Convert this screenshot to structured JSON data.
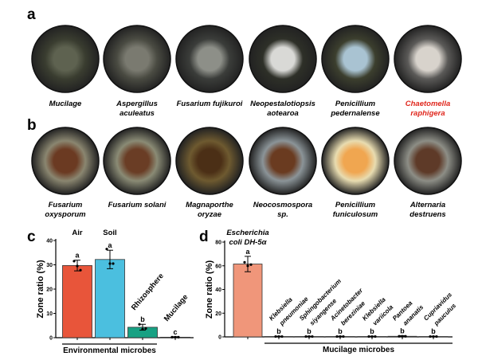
{
  "panels": {
    "a": "a",
    "b": "b",
    "c": "c",
    "d": "d"
  },
  "row_a": [
    {
      "line1": "Mucilage",
      "line2": "",
      "italic": false,
      "color": "#000000",
      "dish": "#3a3d30",
      "center": "#5e6250"
    },
    {
      "line1": "Aspergillus",
      "line2": "aculeatus",
      "italic": true,
      "color": "#000000",
      "dish": "#4a4b42",
      "center": "#7a7a70"
    },
    {
      "line1": "Fusarium fujikuroi",
      "line2": "",
      "italic": true,
      "color": "#000000",
      "dish": "#3b3d3a",
      "center": "#8d8f88"
    },
    {
      "line1": "Neopestalotiopsis",
      "line2": "aotearoa",
      "italic": true,
      "color": "#000000",
      "dish": "#2e3028",
      "center": "#d9d9d6"
    },
    {
      "line1": "Penicillium",
      "line2": "pedernalense",
      "italic": true,
      "color": "#000000",
      "dish": "#3c3f2e",
      "center": "#a9c3d2"
    },
    {
      "line1": "Chaetomella",
      "line2": "raphigera",
      "italic": true,
      "color": "#e0281e",
      "dish": "#5b5a58",
      "center": "#d8d3cc"
    }
  ],
  "row_b": [
    {
      "line1": "Fusarium",
      "line2": "oxysporum",
      "dish": "#8a8670",
      "center": "#6b3a22"
    },
    {
      "line1": "Fusarium solani",
      "line2": "",
      "dish": "#8a8b75",
      "center": "#6a3d25"
    },
    {
      "line1": "Magnaporthe",
      "line2": "oryzae",
      "dish": "#6e5a30",
      "center": "#4b2f16"
    },
    {
      "line1": "Neocosmospora",
      "line2": "sp.",
      "dish": "#8b9498",
      "center": "#6a3b20"
    },
    {
      "line1": "Penicillium",
      "line2": "funiculosum",
      "dish": "#e8dcb0",
      "center": "#f0a650"
    },
    {
      "line1": "Alternaria",
      "line2": "destruens",
      "dish": "#8d8e86",
      "center": "#5e3a28"
    }
  ],
  "chart_data": [
    {
      "type": "bar",
      "panel": "c",
      "ylabel": "Zone ratio (%)",
      "ylim": [
        0,
        40
      ],
      "yticks": [
        "0",
        "10",
        "20",
        "30",
        "40"
      ],
      "categories": [
        "Air",
        "Soil",
        "Rhizosphere",
        "Mucilage"
      ],
      "values": [
        29.7,
        32.2,
        4.3,
        0.2
      ],
      "errors": [
        2.2,
        3.8,
        1.2,
        0.2
      ],
      "points": [
        [
          31.5,
          29.5,
          27.8
        ],
        [
          36.5,
          30.5,
          30.5
        ],
        [
          5.5,
          3.5,
          3.8
        ],
        [
          0.2,
          0.2,
          0.2
        ]
      ],
      "significance": [
        "a",
        "a",
        "b",
        "c"
      ],
      "colors": [
        "#e8553a",
        "#4bbfdf",
        "#17a183",
        "#cccccc"
      ],
      "group_label": "Environmental microbes"
    },
    {
      "type": "bar",
      "panel": "d",
      "ylabel": "Zone ratio (%)",
      "ylim": [
        0,
        80
      ],
      "yticks": [
        "0",
        "20",
        "40",
        "60",
        "80"
      ],
      "categories": [
        "Escherichia coli DH-5α",
        "Klebsiella pneumoniae",
        "Sphingobacterium siyangense",
        "Acinetobacter bereziniae",
        "Klebsiella variicola",
        "Pantoea ananatis",
        "Cupriavidus pauculus"
      ],
      "category_lines": [
        [
          "Escherichia",
          "coli DH-5α"
        ],
        [
          "Klebsiella",
          "pneumoniae"
        ],
        [
          "Sphingobacterium",
          "siyangense"
        ],
        [
          "Acinetobacter",
          "bereziniae"
        ],
        [
          "Klebsiella",
          "variicola"
        ],
        [
          "Pantoea",
          "ananatis"
        ],
        [
          "Cupriavidus",
          "pauculus"
        ]
      ],
      "values": [
        61.5,
        0.3,
        0.3,
        0.3,
        0.3,
        0.5,
        0.3
      ],
      "errors": [
        6.5,
        0.3,
        0.3,
        0.3,
        0.3,
        0.5,
        0.3
      ],
      "points": [
        [
          63,
          60,
          61
        ],
        [
          0.3,
          0.3,
          0.3
        ],
        [
          0.3,
          0.3,
          0.3
        ],
        [
          0.3,
          0.3,
          0.3
        ],
        [
          0.3,
          0.3,
          0.3
        ],
        [
          0.5,
          0.5,
          0.5
        ],
        [
          0.3,
          0.3,
          0.3
        ]
      ],
      "significance": [
        "a",
        "b",
        "b",
        "b",
        "b",
        "b",
        "b"
      ],
      "colors": [
        "#f0967a",
        "#cccccc",
        "#cccccc",
        "#cccccc",
        "#cccccc",
        "#cccccc",
        "#cccccc"
      ],
      "group_label": "Mucilage microbes"
    }
  ]
}
